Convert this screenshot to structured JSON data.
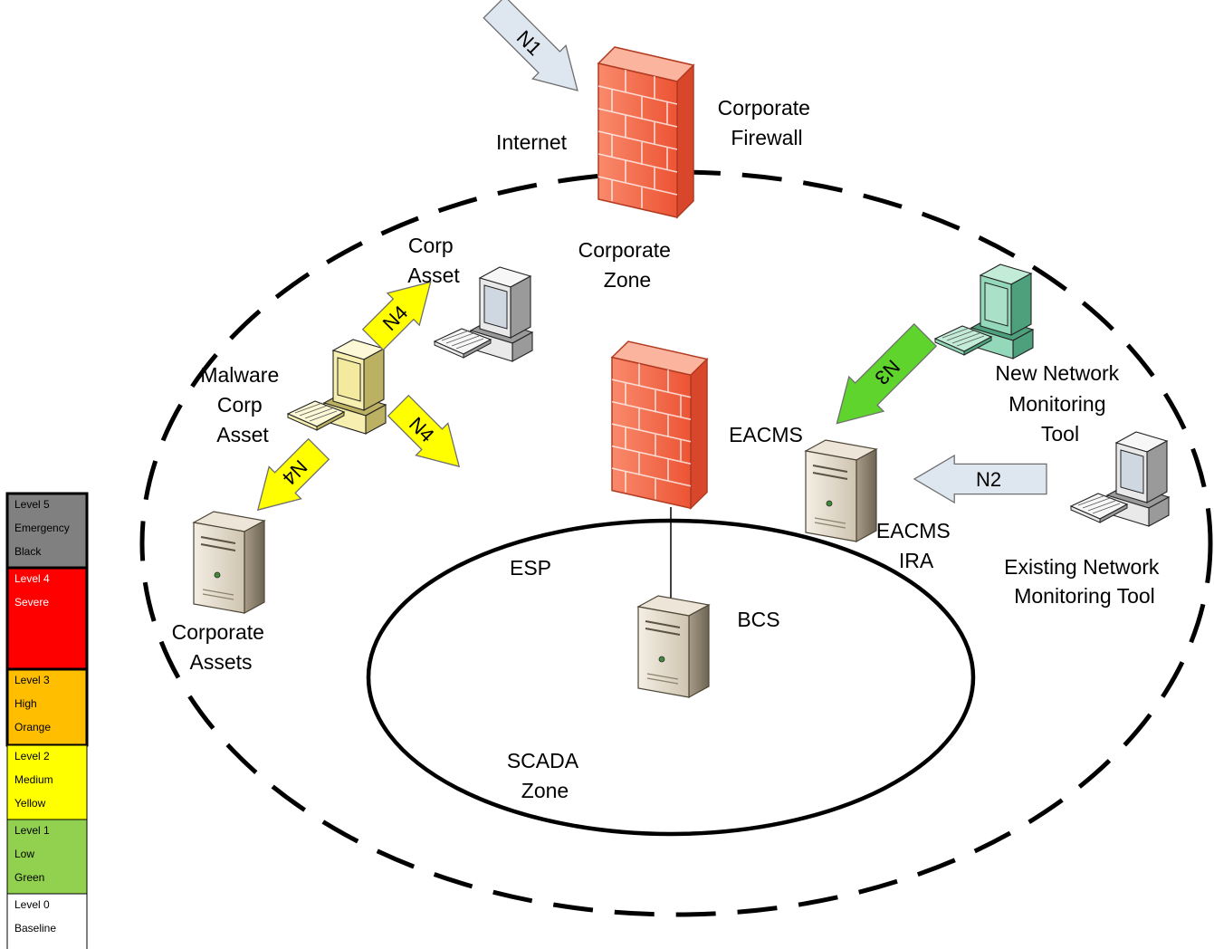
{
  "labels": {
    "internet": "Internet",
    "corporate_firewall": [
      "Corporate",
      "Firewall"
    ],
    "corporate_zone": [
      "Corporate",
      "Zone"
    ],
    "corp_asset": [
      "Corp",
      "Asset"
    ],
    "malware_corp_asset": [
      "Malware",
      "Corp",
      "Asset"
    ],
    "corporate_assets": [
      "Corporate",
      "Assets"
    ],
    "eacms": "EACMS",
    "eacms_ira": [
      "EACMS",
      "IRA"
    ],
    "new_tool": [
      "New Network",
      "Monitoring",
      "Tool"
    ],
    "existing_tool": [
      "Existing Network",
      "Monitoring Tool"
    ],
    "esp": "ESP",
    "bcs": "BCS",
    "scada_zone": [
      "SCADA",
      "Zone"
    ]
  },
  "arrows": {
    "n1": "N1",
    "n2": "N2",
    "n3": "N3",
    "n4_a": "N4",
    "n4_b": "N4",
    "n4_c": "N4"
  },
  "colors": {
    "arrow_n1": "#dee6ef",
    "arrow_n2": "#dee6ef",
    "arrow_n3": "#5ed42c",
    "arrow_n4": "#ffff00",
    "firewall": "#f4694a"
  },
  "legend": [
    {
      "lines": [
        "Level 5",
        "Emergency",
        "Black"
      ],
      "color": "#808080",
      "text_color": "#000000"
    },
    {
      "lines": [
        "Level 4",
        "Severe"
      ],
      "color": "#ff0000",
      "text_color": "#ffffff"
    },
    {
      "lines": [
        "Level 3",
        "High",
        "Orange"
      ],
      "color": "#ffbe00",
      "text_color": "#000000"
    },
    {
      "lines": [
        "Level 2",
        "Medium",
        "Yellow"
      ],
      "color": "#ffff00",
      "text_color": "#000000"
    },
    {
      "lines": [
        "Level 1",
        "Low",
        "Green"
      ],
      "color": "#92d050",
      "text_color": "#000000"
    },
    {
      "lines": [
        "Level 0",
        "Baseline"
      ],
      "color": "#ffffff",
      "text_color": "#000000"
    }
  ]
}
